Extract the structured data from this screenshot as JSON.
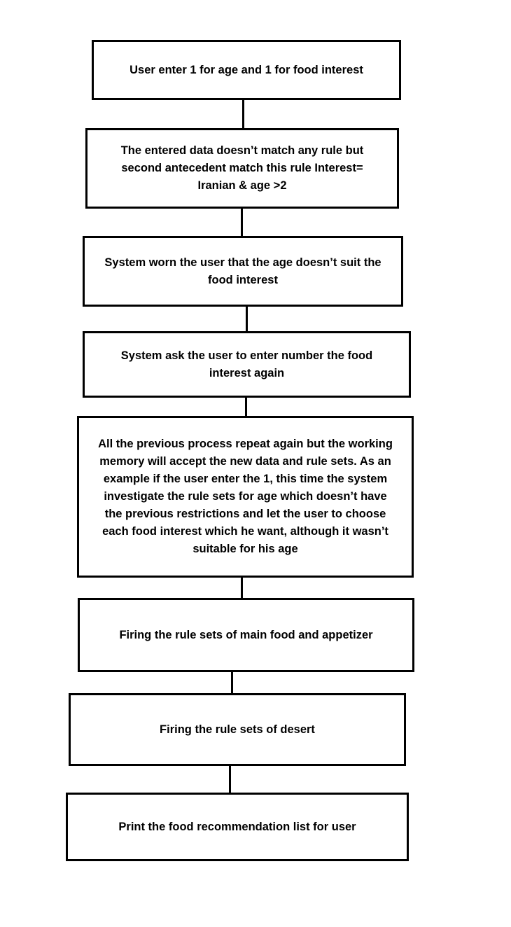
{
  "flowchart": {
    "colors": {
      "border": "#000000",
      "background": "#ffffff",
      "text": "#000000"
    },
    "boxes": [
      {
        "text": "User enter 1 for age and 1 for food interest"
      },
      {
        "text": "The entered data doesn’t match any rule but second antecedent match this rule Interest= Iranian & age >2"
      },
      {
        "text": "System worn the user that the age doesn’t suit the food interest"
      },
      {
        "text": "System ask the user to enter number  the food interest again"
      },
      {
        "text": "All the previous process repeat again but the working memory will accept the new data and rule sets. As an example if the user enter the 1, this time the system investigate the rule sets for age which doesn’t have the previous restrictions and let the user to choose each food interest which he want, although it wasn’t suitable for his age"
      },
      {
        "text": "Firing the rule sets of main food and appetizer"
      },
      {
        "text": "Firing the rule sets of desert"
      },
      {
        "text": "Print the food recommendation list for user"
      }
    ]
  }
}
